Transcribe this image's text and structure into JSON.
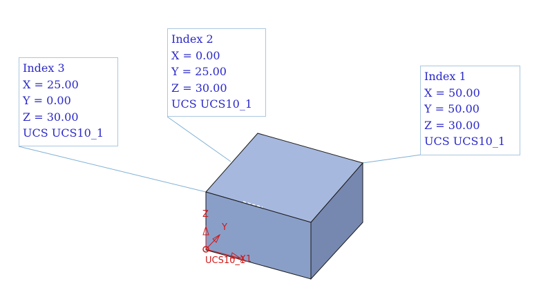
{
  "annotations": [
    {
      "index": "Index 1",
      "x": "X = 50.00",
      "y": "Y = 50.00",
      "z": "Z = 30.00",
      "ucs": "UCS UCS10_1"
    },
    {
      "index": "Index 2",
      "x": "X = 0.00",
      "y": "Y = 25.00",
      "z": "Z = 30.00",
      "ucs": "UCS UCS10_1"
    },
    {
      "index": "Index 3",
      "x": "X = 25.00",
      "y": "Y = 0.00",
      "z": "Z = 30.00",
      "ucs": "UCS UCS10_1"
    }
  ],
  "ucs_axes": {
    "x_label": "X1",
    "y_label": "Y",
    "z_label": "Z",
    "name": "UCS10_1"
  },
  "colors": {
    "note_text": "#2a28c8",
    "note_border": "#a9c6de",
    "leader_line": "#7fb0d4",
    "box_top": "#a7b8de",
    "box_front": "#8a9fc8",
    "box_side": "#7688b0",
    "ucs_red": "#d01818"
  }
}
